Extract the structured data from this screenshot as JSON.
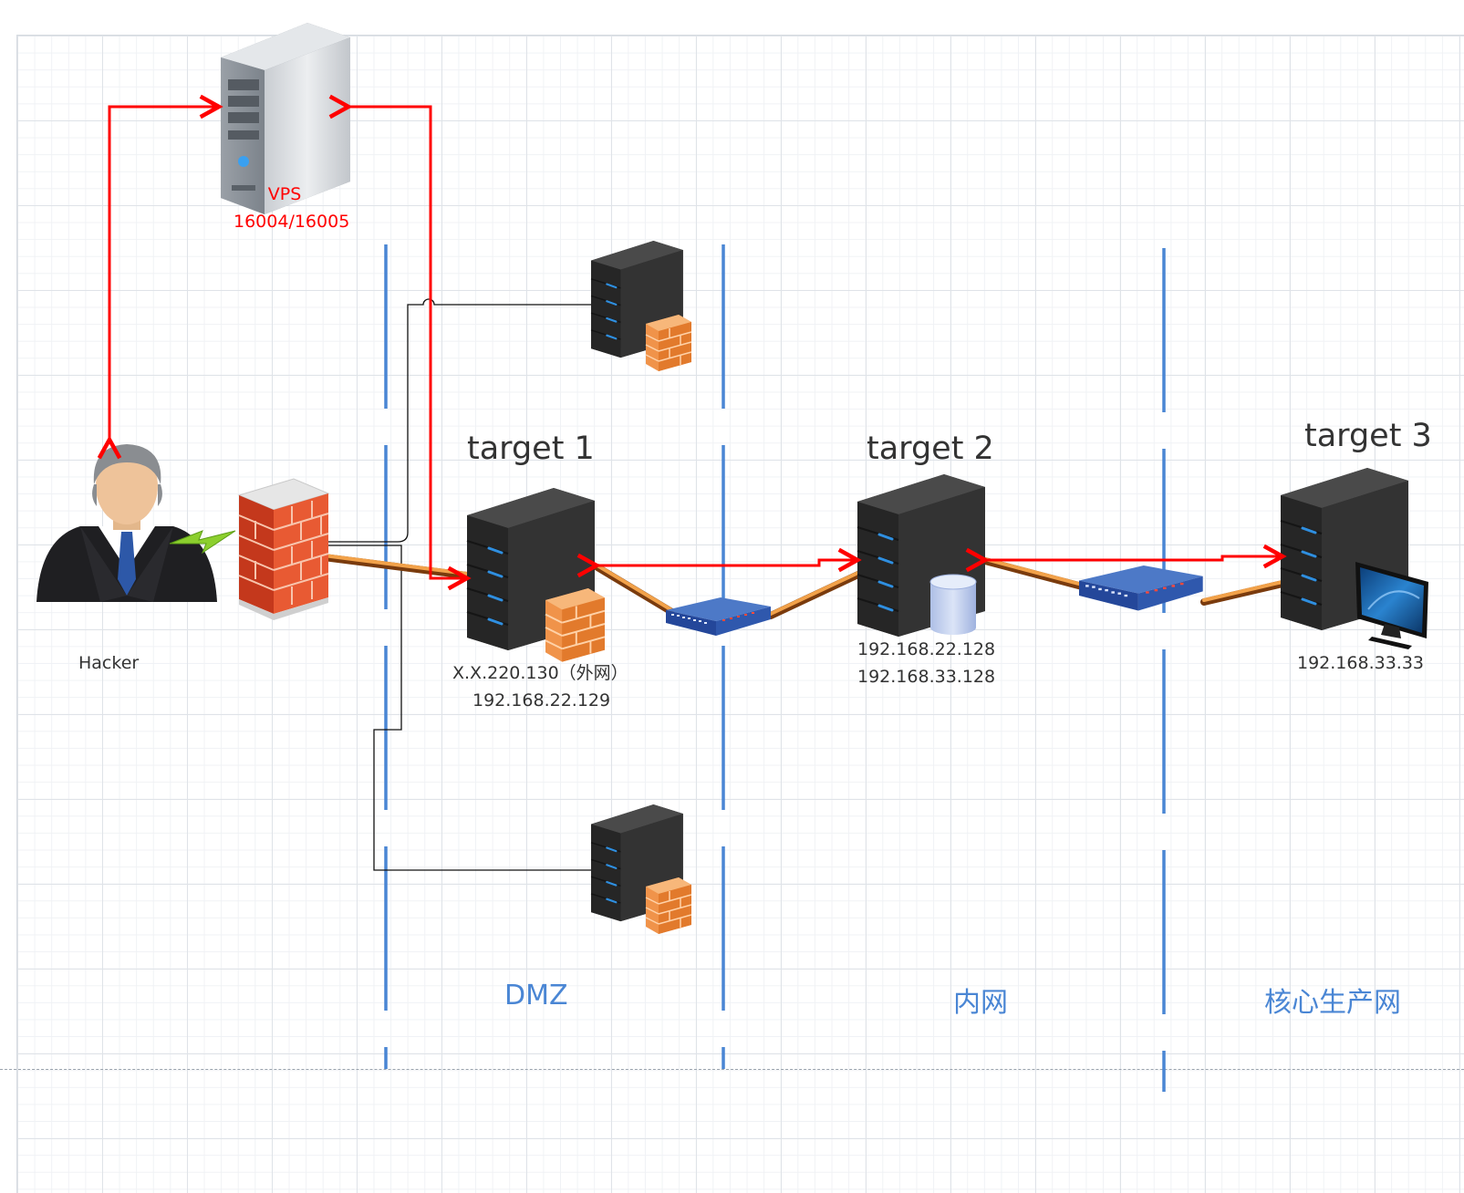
{
  "labels": {
    "vps": "VPS",
    "vps_ports": "16004/16005",
    "hacker": "Hacker",
    "target1": "target 1",
    "target2": "target 2",
    "target3": "target 3",
    "target1_ip_external": "X.X.220.130（外网）",
    "target1_ip_internal": "192.168.22.129",
    "target2_ip_1": "192.168.22.128",
    "target2_ip_2": "192.168.33.128",
    "target3_ip": "192.168.33.33"
  },
  "zones": {
    "dmz": "DMZ",
    "intranet": "内网",
    "core": "核心生产网"
  },
  "colors": {
    "tunnel_red": "#ff0000",
    "cable_orange": "#e8892b",
    "zone_blue": "#4a86d4",
    "server_dark": "#3a3a3a",
    "firewall_red": "#e0492a"
  },
  "icons": [
    "server-tower-icon",
    "server-rack-icon",
    "firewall-icon",
    "router-icon",
    "database-icon",
    "monitor-icon",
    "user-icon",
    "lightning-link-icon"
  ]
}
